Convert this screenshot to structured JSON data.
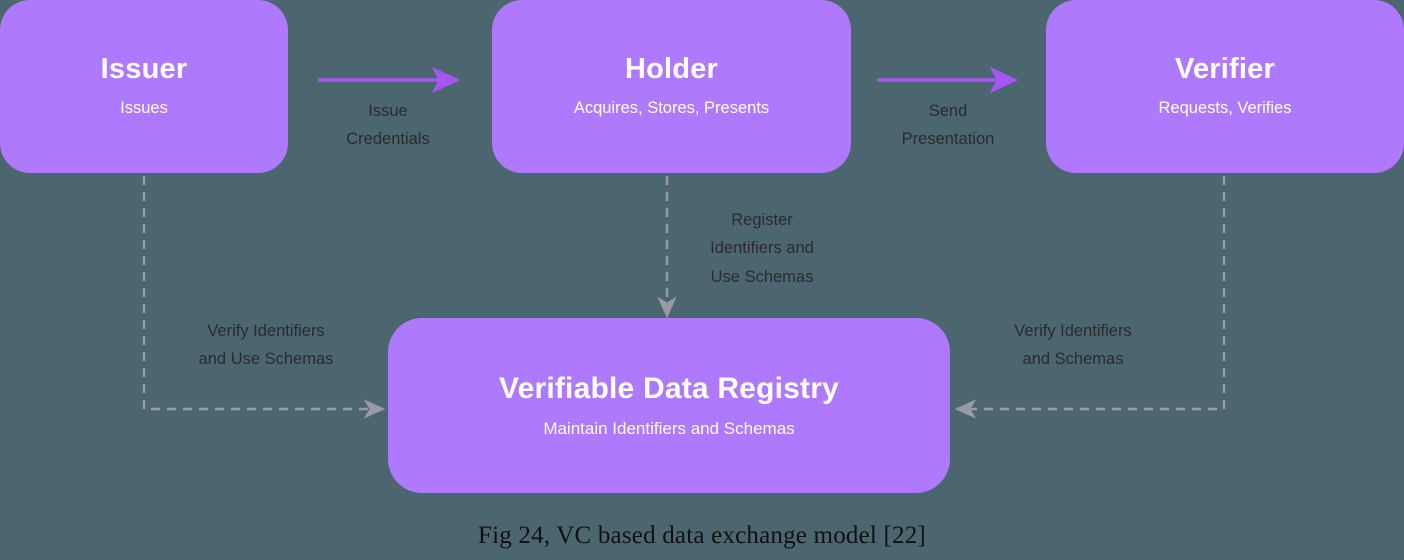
{
  "figure": {
    "caption": "Fig 24, VC based data exchange model [22]",
    "background_color": "#4c6670",
    "node_color": "#ae79fc",
    "arrow_color": "#a855f7",
    "dashed_color": "#9a9aa6",
    "label_color": "#2b2b2b"
  },
  "nodes": [
    {
      "id": "issuer",
      "title": "Issuer",
      "subtitle": "Issues"
    },
    {
      "id": "holder",
      "title": "Holder",
      "subtitle": "Acquires, Stores, Presents"
    },
    {
      "id": "verifier",
      "title": "Verifier",
      "subtitle": "Requests, Verifies"
    },
    {
      "id": "registry",
      "title": "Verifiable Data Registry",
      "subtitle": "Maintain Identifiers and Schemas"
    }
  ],
  "edges": [
    {
      "id": "issue-credentials",
      "label": "Issue\nCredentials",
      "from": "issuer",
      "to": "holder",
      "style": "solid-arrow"
    },
    {
      "id": "send-presentation",
      "label": "Send\nPresentation",
      "from": "holder",
      "to": "verifier",
      "style": "solid-arrow"
    },
    {
      "id": "register",
      "label": "Register\nIdentifiers and\nUse Schemas",
      "from": "holder",
      "to": "registry",
      "style": "dashed-arrow"
    },
    {
      "id": "verify-left",
      "label": "Verify Identifiers\nand Use Schemas",
      "from": "issuer",
      "to": "registry",
      "style": "dashed-arrow"
    },
    {
      "id": "verify-right",
      "label": "Verify Identifiers\nand Schemas",
      "from": "verifier",
      "to": "registry",
      "style": "dashed-arrow"
    }
  ]
}
